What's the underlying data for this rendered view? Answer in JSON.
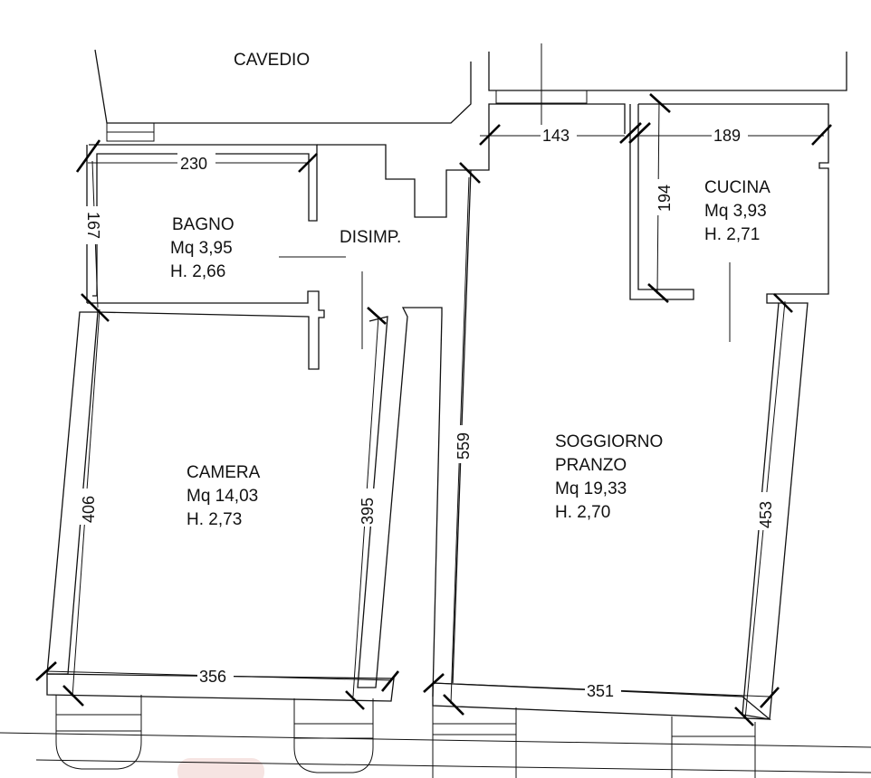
{
  "rooms": {
    "cavedio": {
      "name": "CAVEDIO"
    },
    "bagno": {
      "name": "BAGNO",
      "area": "Mq 3,95",
      "height": "H. 2,66"
    },
    "disimpegno": {
      "name": "DISIMP."
    },
    "cucina": {
      "name": "CUCINA",
      "area": "Mq 3,93",
      "height": "H. 2,71"
    },
    "camera": {
      "name": "CAMERA",
      "area": "Mq 14,03",
      "height": "H. 2,73"
    },
    "soggiorno": {
      "name_line1": "SOGGIORNO",
      "name_line2": "PRANZO",
      "area": "Mq 19,33",
      "height": "H. 2,70"
    }
  },
  "dimensions": {
    "bagno_width": "230",
    "bagno_depth": "167",
    "corridor_width": "143",
    "cucina_width": "189",
    "cucina_depth": "194",
    "camera_left": "406",
    "camera_right": "395",
    "camera_width": "356",
    "soggiorno_left": "559",
    "soggiorno_right": "453",
    "soggiorno_width": "351"
  },
  "colors": {
    "ink": "#111111",
    "background": "#ffffff",
    "logo_tint": "#f6e4e2"
  }
}
